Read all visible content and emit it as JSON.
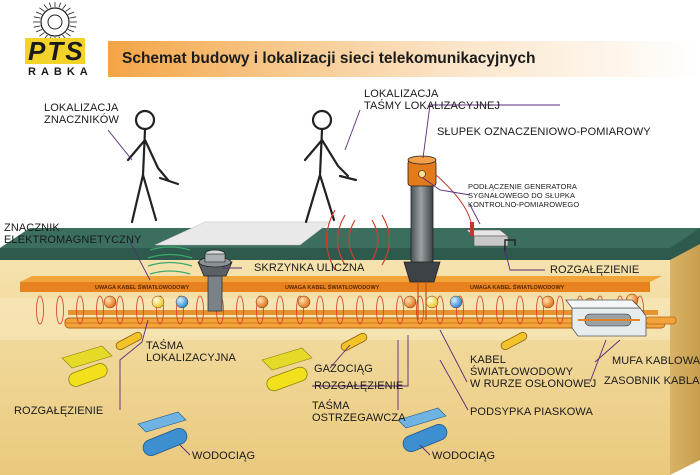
{
  "title": "Schemat budowy i lokalizacji sieci telekomunikacyjnych",
  "logo": {
    "brand": "PTS",
    "city": "RABKA"
  },
  "labels": {
    "lokalizacja_znacznikow": [
      "LOKALIZACJA",
      "ZNACZNIKÓW"
    ],
    "lokalizacja_tasmy": [
      "LOKALIZACJA",
      "TAŚMY LOKALIZACYJNEJ"
    ],
    "slupek": "SŁUPEK OZNACZENIOWO-POMIAROWY",
    "podlaczenie": [
      "PODŁĄCZENIE GENERATORA",
      "SYGNAŁOWEGO DO SŁUPKA",
      "KONTROLNO-POMIAROWEGO"
    ],
    "znacznik": [
      "ZNACZNIK",
      "ELEKTROMAGNETYCZNY"
    ],
    "skrzynka": "SKRZYNKA ULICZNA",
    "rozgalezienie_right": "ROZGAŁĘZIENIE",
    "tasma_lokalizacyjna": [
      "TAŚMA",
      "LOKALIZACYJNA"
    ],
    "gazociag": "GAZOCIĄG",
    "rozgalezienie_mid": "ROZGAŁĘZIENIE",
    "kabel": [
      "KABEL",
      "ŚWIATŁOWODOWY",
      "W RURZE OSŁONOWEJ"
    ],
    "mufa": "MUFA KABLOWA",
    "zasobnik": "ZASOBNIK KABLA",
    "rozgalezienie_left": "ROZGAŁĘZIENIE",
    "tasma_ostrzegawcza": [
      "TAŚMA",
      "OSTRZEGAWCZA"
    ],
    "podsypka": "PODSYPKA PIASKOWA",
    "wodociag_left": "WODOCIĄG",
    "wodociag_right": "WODOCIĄG"
  },
  "tape_text": [
    "UWAGA KABEL",
    "ŚWIATŁOWODOWY"
  ],
  "colors": {
    "accent": "#f39a2e",
    "soil": "#f1d99a",
    "ground_top": "#2f5a4f",
    "tape_orange": "#e8821e",
    "pipe_yellow": "#f3e01c",
    "pipe_blue": "#3d8fd0",
    "leader_purple": "#5a2a7a"
  },
  "icons": [
    "sun-logo-icon",
    "walker-icon",
    "signal-waves-icon",
    "marker-ball-icon",
    "post-icon",
    "generator-icon",
    "cable-joint-icon"
  ]
}
